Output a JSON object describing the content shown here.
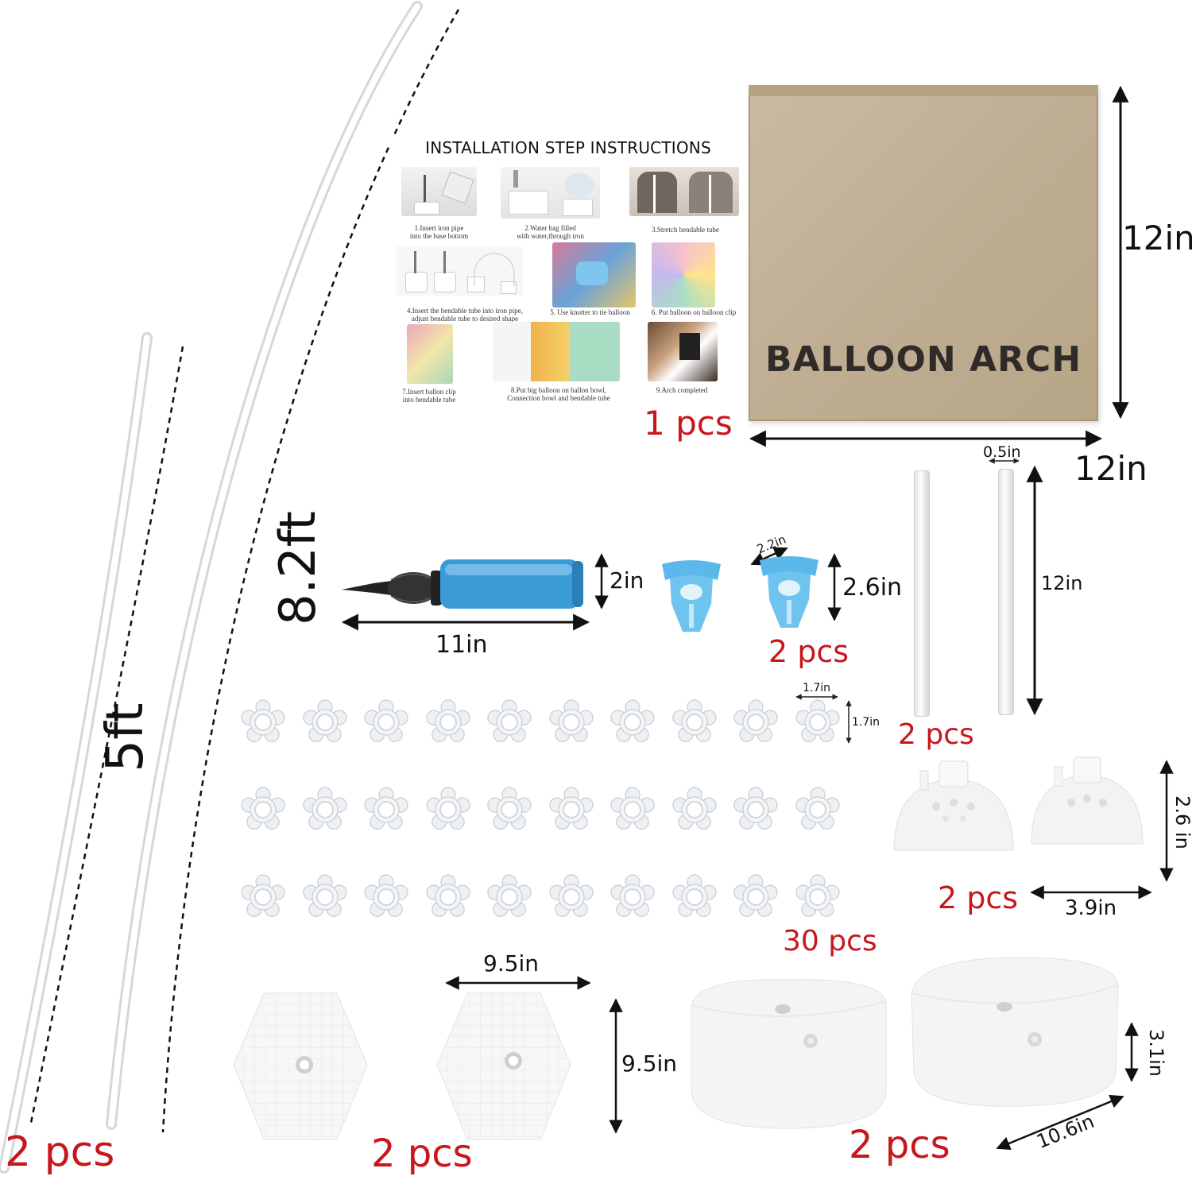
{
  "instructions": {
    "title": "INSTALLATION STEP INSTRUCTIONS",
    "steps": [
      "1.Insert iron pipe\ninto the base bottom",
      "2.Water bag filled\nwith water,through iron",
      "3.Stretch bendable tube",
      "4.Insert the bendable tube into  iron pipe,\nadjust bendable tube to desired shape",
      "5. Use knotter to tie balloon",
      "6. Put balloon on balloon clip",
      "7.Insert ballon clip\ninto bendable tube",
      "8.Put big balloon on ballon bowl,\nConnection bowl and bendable tube",
      "9.Arch completed"
    ],
    "qty": "1 pcs"
  },
  "box": {
    "brand": "BALLOON ARCH",
    "height_label": "12in",
    "width_label": "12in"
  },
  "tubes": {
    "short_length": "5ft",
    "long_length": "8.2ft",
    "qty": "2 pcs"
  },
  "pump": {
    "height_label": "2in",
    "length_label": "11in"
  },
  "knotter": {
    "width_label": "2.2in",
    "height_label": "2.6in",
    "qty": "2 pcs"
  },
  "rods": {
    "diameter_label": "0.5in",
    "length_label": "12in",
    "qty": "2 pcs"
  },
  "clips": {
    "width_label": "1.7in",
    "height_label": "1.7in",
    "qty": "30 pcs",
    "count": 30
  },
  "bowls": {
    "height_label": "2.6 in",
    "width_label": "3.9in",
    "qty": "2 pcs"
  },
  "hex_bases": {
    "width_label": "9.5in",
    "height_label": "9.5in",
    "qty": "2 pcs"
  },
  "water_bags": {
    "height_label": "3.1in",
    "width_label": "10.6in",
    "qty": "2 pcs"
  },
  "colors": {
    "qty_red": "#c8161d",
    "cardboard": "#c2b295",
    "pump_blue": "#3b9bd6",
    "knotter_blue": "#5bb8ea"
  }
}
